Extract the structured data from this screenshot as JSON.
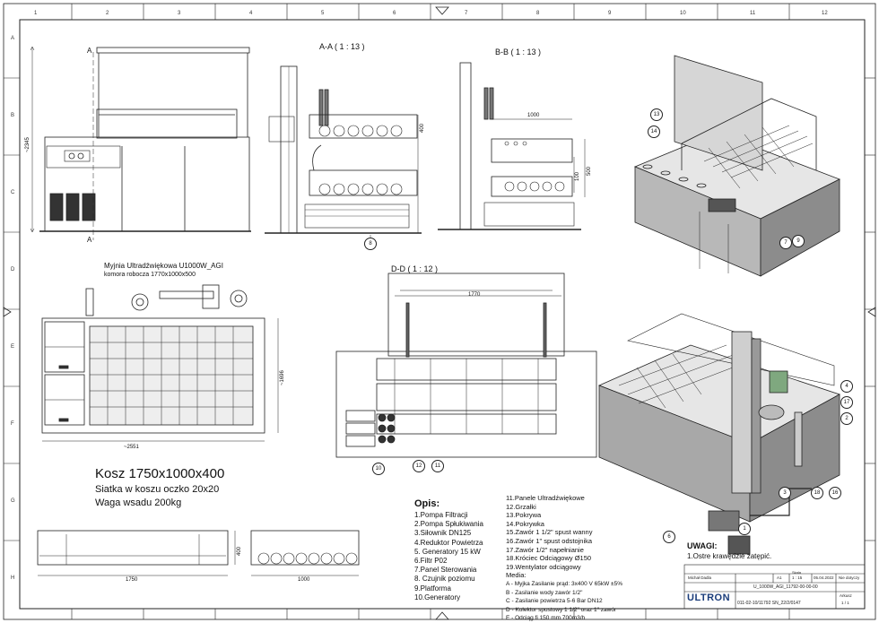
{
  "view_labels": {
    "aa": "A-A ( 1 : 13 )",
    "bb": "B-B ( 1 : 13 )",
    "dd": "D-D ( 1 : 12 )",
    "cut_a_top": "A",
    "cut_a_bottom": "A"
  },
  "dimensions": {
    "height_front": "~2345",
    "height_plan": "~1696",
    "width_plan": "~2551",
    "bb_width": "1000",
    "bb_h1": "100",
    "bb_h2": "500",
    "aa_h": "400",
    "dd_width": "1770",
    "basket_len": "1750",
    "basket_h": "400",
    "basket_w": "1000"
  },
  "machine_caption": {
    "line1": "Myjnia Ultradźwiękowa U1000W_AGI",
    "line2": "komora robocza 1770x1000x500"
  },
  "basket_info": {
    "title": "Kosz 1750x1000x400",
    "mesh": "Siatka w koszu oczko 20x20",
    "load": "Waga wsadu 200kg"
  },
  "legend": {
    "heading": "Opis:",
    "col1": [
      "1.Pompa Filtracji",
      "2.Pompa Spłukiwania",
      "3.Siłownik DN125",
      "4.Reduktor Powietrza",
      "5. Generatory 15 kW",
      "6.Filtr P02",
      "7.Panel Sterowania",
      "8. Czujnik poziomu",
      "9.Platforma",
      "10.Generatory"
    ],
    "col2": [
      "11.Panele Ultradźwiękowe",
      "12.Grzałki",
      "13.Pokrywa",
      "14.Pokrywka",
      "15.Zawór 1 1/2\" spust wanny",
      "16.Zawór 1\" spust odstojnika",
      "17.Zawór 1/2\" napełnianie",
      "18.Króciec Odciągowy Ø150",
      "19.Wentylator odciągowy"
    ],
    "media_heading": "Media:",
    "media": [
      "A - Myjka Zasilanie prąd: 3x400 V  65kW ±5%",
      "B - Zasilanie wody zawór 1/2\"",
      "C - Zasilanie powietrza 5-6 Bar DN12",
      "D - Kolektor spustowy 1 1/2\" oraz 1\" zawór",
      "E - Odciąg  fi 150 mm  700m3/h"
    ]
  },
  "warning": {
    "title": "UWAGI:",
    "text": "1.Ostre krawędzie zatępić."
  },
  "title_block": {
    "brand": "ULTRON",
    "author": "Michał Dadla",
    "scale_label": "Skala",
    "scale": "1 : 15",
    "sheet_size": "A1",
    "date": "05.04.2022",
    "status": "Nie dotyczy",
    "drawing_no": "U_1000W_AGI_11792-00-00-00",
    "doc_no": "011-02-10/11792 SN_22/2/0147",
    "sheet_label": "Arkusz",
    "sheet": "1 / 1"
  },
  "callouts": [
    "13",
    "14",
    "7",
    "9",
    "8",
    "10",
    "12",
    "11",
    "4",
    "17",
    "2",
    "3",
    "18",
    "16",
    "1",
    "6"
  ],
  "border_numbers": [
    "1",
    "2",
    "3",
    "4",
    "5",
    "6",
    "7",
    "8",
    "9",
    "10",
    "11",
    "12"
  ],
  "border_letters": [
    "A",
    "B",
    "C",
    "D",
    "E",
    "F",
    "G",
    "H"
  ]
}
